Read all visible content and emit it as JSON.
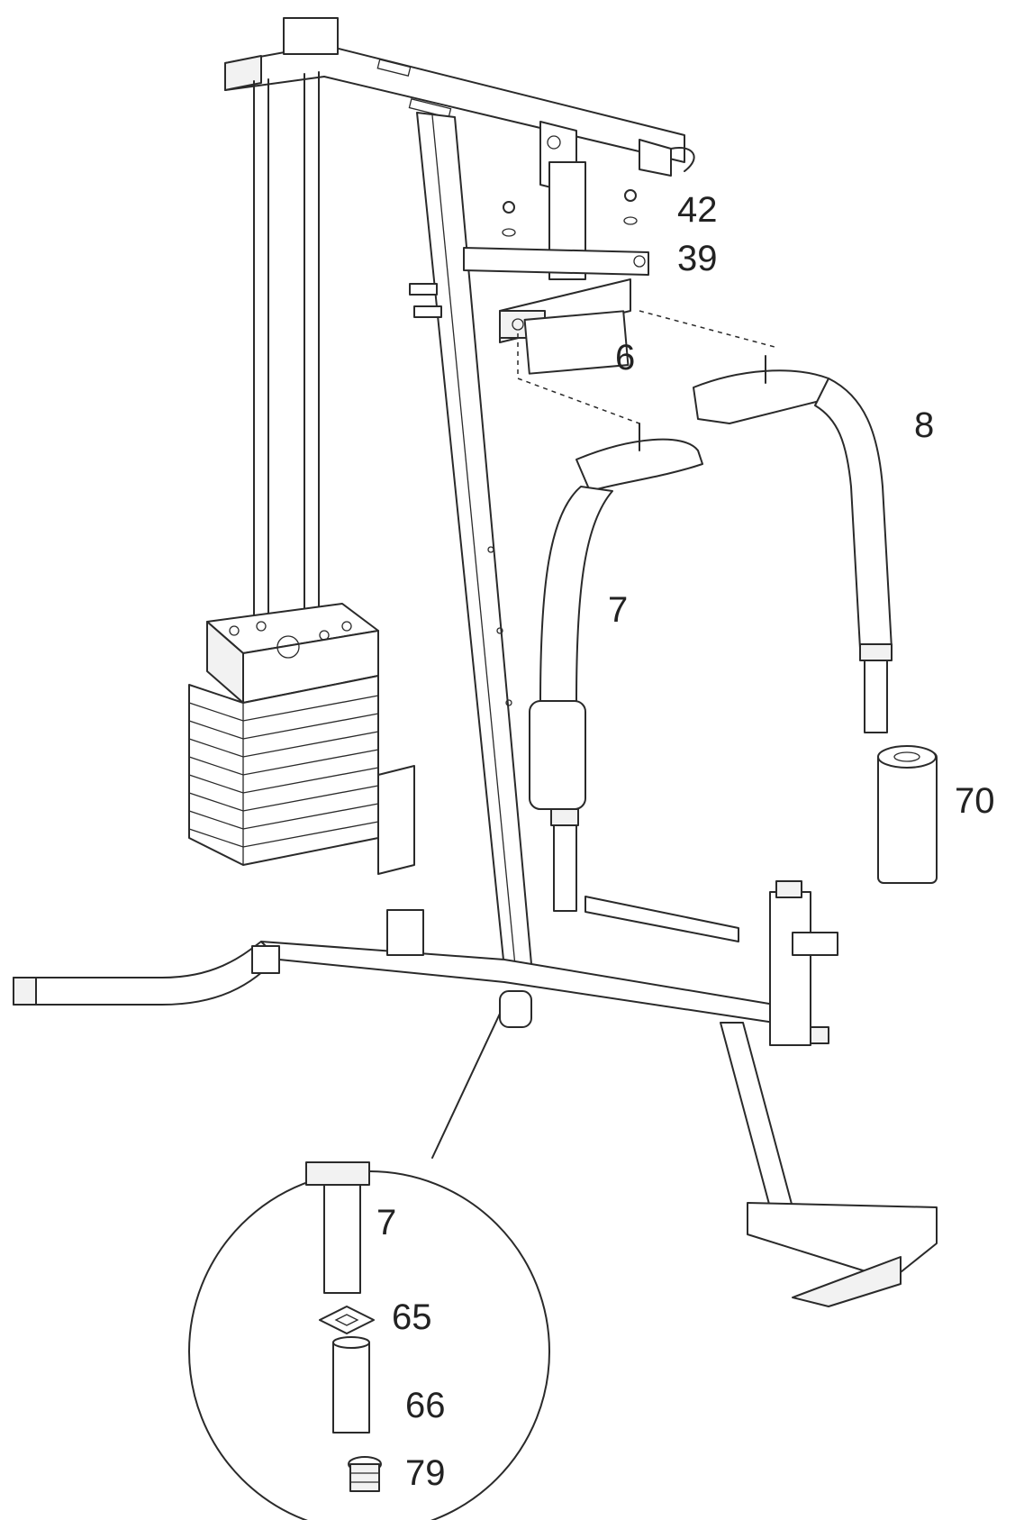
{
  "labels": {
    "p42": "42",
    "p39": "39",
    "p6": "6",
    "p8": "8",
    "p7": "7",
    "p70": "70",
    "detail_7": "7",
    "detail_65": "65",
    "detail_66": "66",
    "detail_79": "79"
  }
}
